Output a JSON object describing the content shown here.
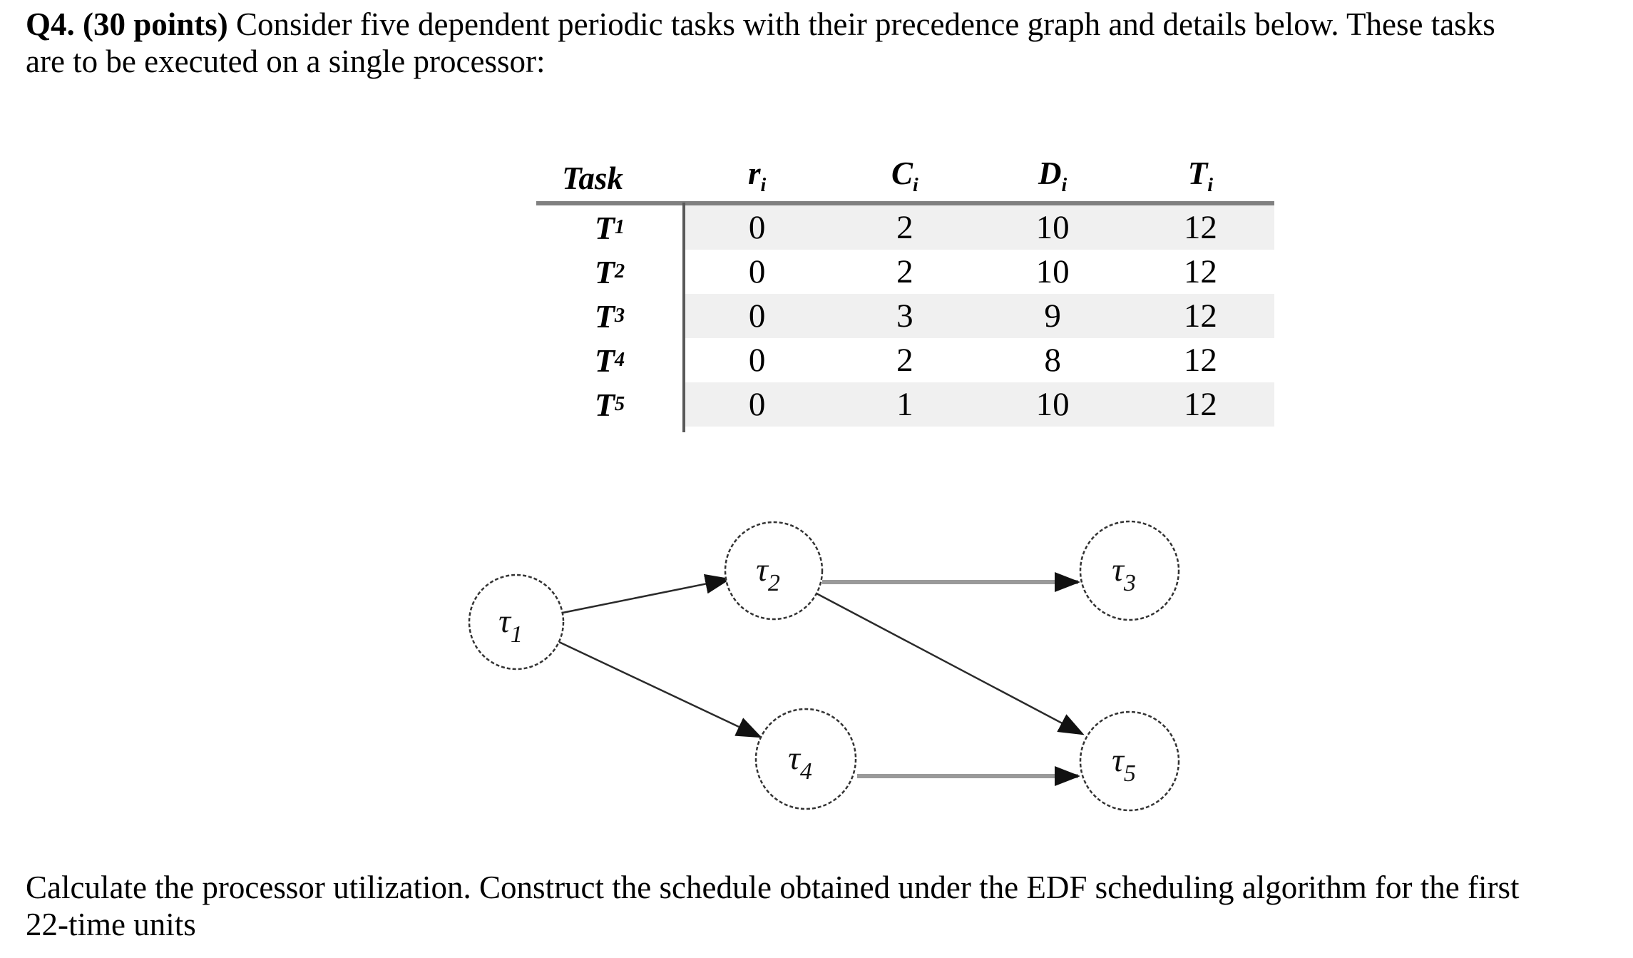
{
  "question": {
    "line1_bold": "Q4. (30 points)",
    "line1_rest": " Consider five dependent periodic tasks with their precedence graph and details below. These tasks",
    "line2": "are to be executed on a single processor:"
  },
  "table": {
    "headers": [
      {
        "main": "Task",
        "sub": ""
      },
      {
        "main": "r",
        "sub": "i"
      },
      {
        "main": "C",
        "sub": "i"
      },
      {
        "main": "D",
        "sub": "i"
      },
      {
        "main": "T",
        "sub": "i"
      }
    ],
    "rows": [
      {
        "task_main": "T",
        "task_sub": "1",
        "r": "0",
        "c": "2",
        "d": "10",
        "t": "12",
        "shaded": true
      },
      {
        "task_main": "T",
        "task_sub": "2",
        "r": "0",
        "c": "2",
        "d": "10",
        "t": "12",
        "shaded": false
      },
      {
        "task_main": "T",
        "task_sub": "3",
        "r": "0",
        "c": "3",
        "d": "9",
        "t": "12",
        "shaded": true
      },
      {
        "task_main": "T",
        "task_sub": "4",
        "r": "0",
        "c": "2",
        "d": "8",
        "t": "12",
        "shaded": false
      },
      {
        "task_main": "T",
        "task_sub": "5",
        "r": "0",
        "c": "1",
        "d": "10",
        "t": "12",
        "shaded": true
      }
    ],
    "colors": {
      "row_shade": "#f0f0f0",
      "header_rule": "#808080",
      "divider": "#595959"
    }
  },
  "graph": {
    "nodes": [
      {
        "id": "tau1",
        "symbol": "τ",
        "sub": "1"
      },
      {
        "id": "tau2",
        "symbol": "τ",
        "sub": "2"
      },
      {
        "id": "tau3",
        "symbol": "τ",
        "sub": "3"
      },
      {
        "id": "tau4",
        "symbol": "τ",
        "sub": "4"
      },
      {
        "id": "tau5",
        "symbol": "τ",
        "sub": "5"
      }
    ],
    "edges": [
      {
        "from": "tau1",
        "to": "tau2"
      },
      {
        "from": "tau1",
        "to": "tau4"
      },
      {
        "from": "tau2",
        "to": "tau3"
      },
      {
        "from": "tau2",
        "to": "tau5"
      },
      {
        "from": "tau4",
        "to": "tau5"
      }
    ],
    "colors": {
      "node_stroke": "#333333",
      "edge_dark": "#2a2a2a",
      "edge_gray": "#9a9a9a",
      "arrow": "#111111"
    }
  },
  "footer": {
    "line1": "Calculate the processor utilization. Construct the schedule obtained under the EDF scheduling algorithm for the first",
    "line2": "22-time units"
  }
}
